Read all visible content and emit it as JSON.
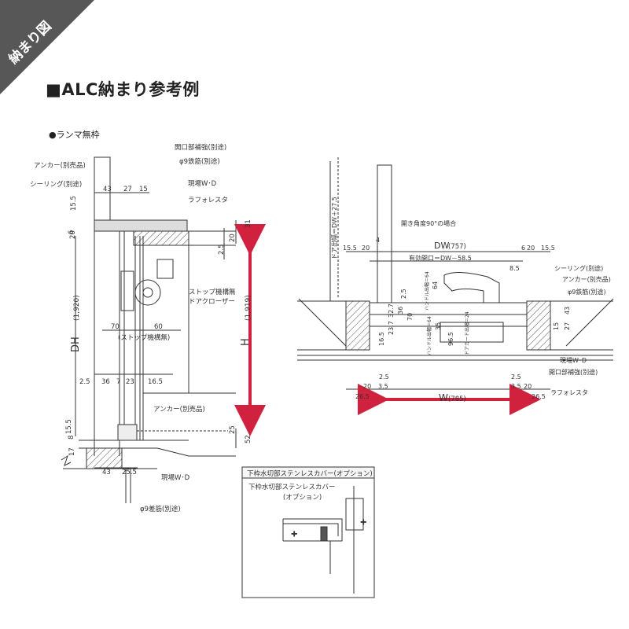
{
  "badge": "納まり図",
  "title": "■ALC納まり参考例",
  "subtitle": "●ランマ無枠",
  "left_section": {
    "labels": {
      "anchor_top": "アンカー(別売品)",
      "sealing": "シーリング(別途)",
      "opening_reinforce": "開口部補強(別途)",
      "rebar9": "φ9鉄筋(別途)",
      "site_wd_top": "現場W･D",
      "rafore": "ラフォレスタ",
      "stop_mech": "ストップ機構無",
      "door_closer": "ドアクローザー",
      "stop_spec": "(ストップ機構無)",
      "anchor_bottom": "アンカー(別売品)",
      "site_wd_bottom": "現場W･D",
      "rebar9_bottom": "φ9差筋(別途)"
    },
    "dims": {
      "d43": "43",
      "d27": "27",
      "d15": "15",
      "d15_5": "15.5",
      "d6": "6",
      "d20": "20",
      "d31": "31",
      "d20b": "20",
      "d2_5": "2.5",
      "d70": "70",
      "d60": "60",
      "d2_5b": "2.5",
      "d36": "36",
      "d7": "7",
      "d23": "23",
      "d16_5": "16.5",
      "d15_5b": "15.5",
      "d8": "8",
      "d25": "25",
      "d52": "52",
      "d17": "17",
      "d43b": "43",
      "d25_5": "25.5",
      "dh": "DH",
      "dh_val": "(1,920)",
      "h": "H",
      "h_val": "(1,919)"
    }
  },
  "right_section": {
    "labels": {
      "open_angle": "開き角度90°の場合",
      "door_protrude": "ドア出幅＝DW＋27.5",
      "dw": "DW",
      "dw_val": "(757)",
      "effective": "有効開口＝DW－58.5",
      "sealing": "シーリング(別途)",
      "anchor": "アンカー(別売品)",
      "rebar9": "φ9鉄筋(別途)",
      "site_wd": "現場W･D",
      "opening_reinforce": "開口部補強(別途)",
      "rafore": "ラフォレスタ",
      "w": "W",
      "w_val": "(785)",
      "handle_protrude": "ハンドル出幅＝64",
      "handle_protrude2": "ハンドル出幅＝64",
      "door_guard": "ドアガード出幅＝24"
    },
    "dims": {
      "d15_5": "15.5",
      "d20": "20",
      "d4": "4",
      "d6": "6",
      "d20b": "20",
      "d15_5b": "15.5",
      "d8_5": "8.5",
      "d64": "64",
      "d2_5": "2.5",
      "d43": "43",
      "d32_7": "32.7",
      "d36": "36",
      "d70": "70",
      "d23_7": "23.7",
      "d16_5": "16.5",
      "d35": "35",
      "d96_5": "96.5",
      "d15": "15",
      "d27": "27",
      "d2_5b": "2.5",
      "d20c": "20",
      "d3_5": "3.5",
      "d26_5": "26.5",
      "d2_5c": "2.5",
      "d3_5b": "3.5",
      "d20d": "20",
      "d26_5b": "26.5"
    }
  },
  "inset": {
    "header": "下枠水切部ステンレスカバー(オプション)",
    "label_line1": "下枠水切部ステンレスカバー",
    "label_line2": "(オプション)"
  },
  "colors": {
    "badge": "#575757",
    "accent_red": "#d0213f",
    "line": "#333333",
    "hatch": "#555555"
  }
}
